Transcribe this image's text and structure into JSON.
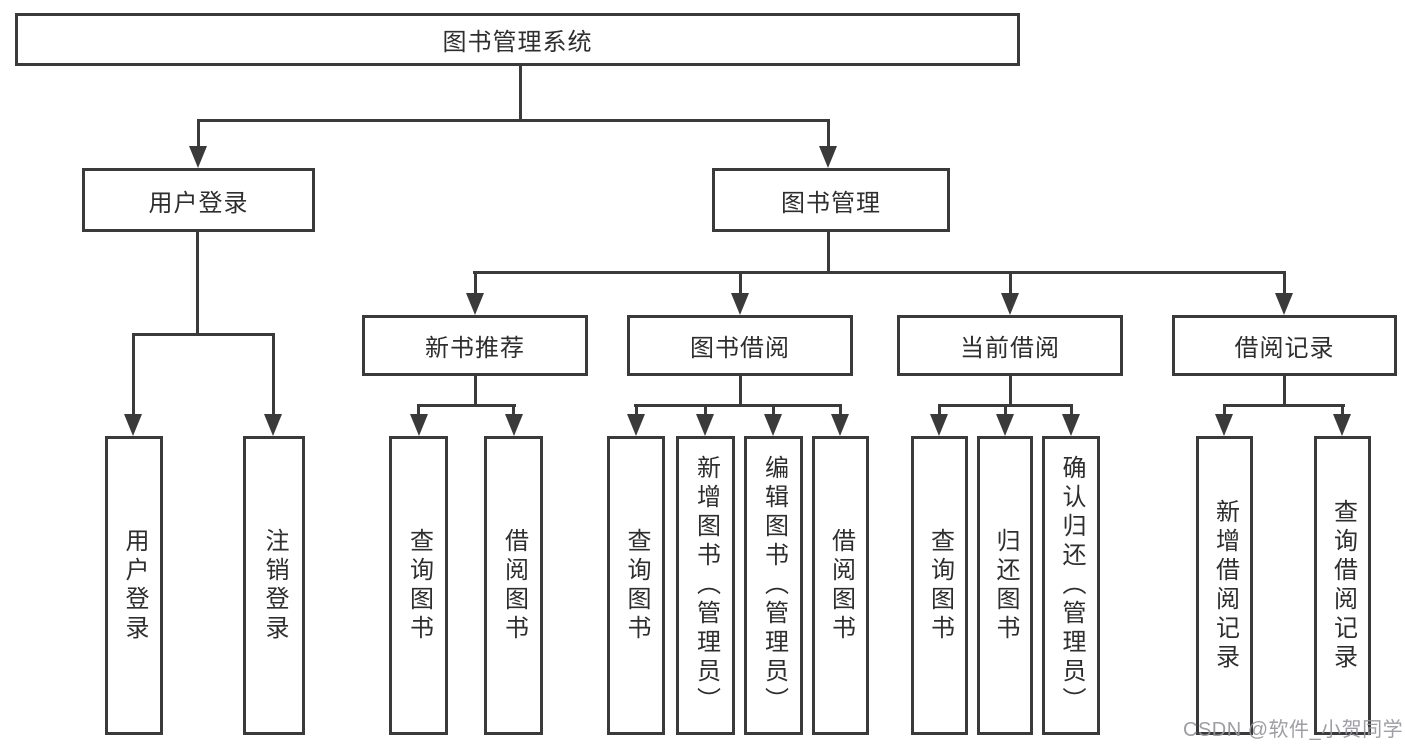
{
  "tree": {
    "root": {
      "label": "图书管理系统"
    },
    "user_login": {
      "label": "用户登录",
      "children": [
        {
          "label": "用户登录"
        },
        {
          "label": "注销登录"
        }
      ]
    },
    "book_management": {
      "label": "图书管理",
      "children": [
        {
          "label": "新书推荐",
          "children": [
            {
              "label": "查询图书"
            },
            {
              "label": "借阅图书"
            }
          ]
        },
        {
          "label": "图书借阅",
          "children": [
            {
              "label": "查询图书"
            },
            {
              "label": "新增图书（管理员）"
            },
            {
              "label": "编辑图书（管理员）"
            },
            {
              "label": "借阅图书"
            }
          ]
        },
        {
          "label": "当前借阅",
          "children": [
            {
              "label": "查询图书"
            },
            {
              "label": "归还图书"
            },
            {
              "label": "确认归还（管理员）"
            }
          ]
        },
        {
          "label": "借阅记录",
          "children": [
            {
              "label": "新增借阅记录"
            },
            {
              "label": "查询借阅记录"
            }
          ]
        }
      ]
    }
  },
  "watermark": {
    "text": "CSDN @软件_小贺同学"
  },
  "colors": {
    "line": "#3a3a3a",
    "box_border": "#3a3a3a",
    "text": "#2e2e2e",
    "watermark": "#96969c",
    "background": "#ffffff"
  }
}
